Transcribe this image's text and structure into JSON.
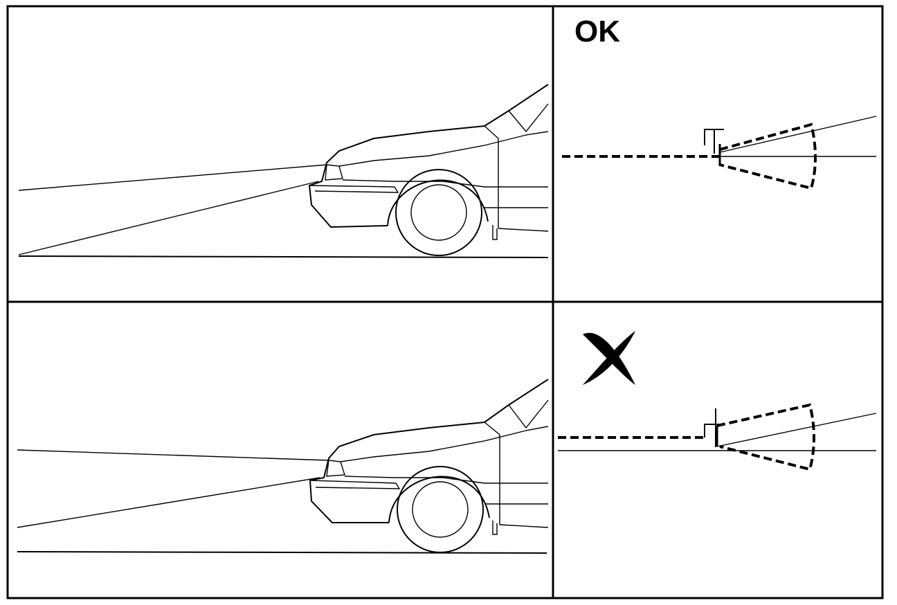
{
  "panels": [
    {
      "id": "top-left",
      "type": "car-headlight-beam",
      "beam": "correct"
    },
    {
      "id": "top-right",
      "type": "beam-cutoff-detail",
      "verdict": "ok",
      "label": "OK"
    },
    {
      "id": "bottom-left",
      "type": "car-headlight-beam",
      "beam": "incorrect"
    },
    {
      "id": "bottom-right",
      "type": "beam-cutoff-detail",
      "verdict": "wrong",
      "icon": "x-mark-icon"
    }
  ],
  "labels": {
    "ok": "OK"
  },
  "colors": {
    "line": "#000000",
    "background": "#ffffff"
  }
}
